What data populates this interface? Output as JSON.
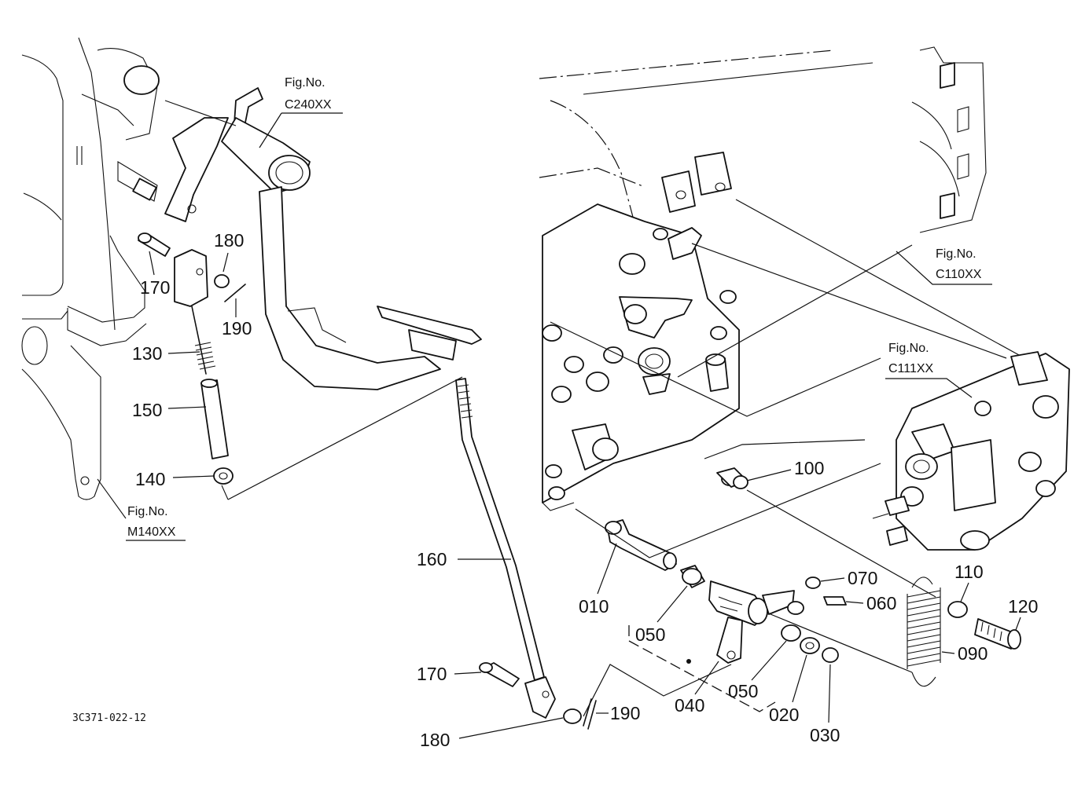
{
  "drawing_code": "3C371-022-12",
  "figure_refs": [
    {
      "id": "c240",
      "line1": "Fig.No.",
      "line2": "C240XX"
    },
    {
      "id": "c110",
      "line1": "Fig.No.",
      "line2": "C110XX"
    },
    {
      "id": "c111",
      "line1": "Fig.No.",
      "line2": "C111XX"
    },
    {
      "id": "m140",
      "line1": "Fig.No.",
      "line2": "M140XX"
    }
  ],
  "callouts": {
    "p010": "010",
    "p020": "020",
    "p030": "030",
    "p040": "040",
    "p050a": "050",
    "p050b": "050",
    "p060": "060",
    "p070": "070",
    "p090": "090",
    "p100": "100",
    "p110": "110",
    "p120": "120",
    "p130": "130",
    "p140": "140",
    "p150": "150",
    "p160": "160",
    "p170a": "170",
    "p170b": "170",
    "p180a": "180",
    "p180b": "180",
    "p190a": "190",
    "p190b": "190"
  }
}
